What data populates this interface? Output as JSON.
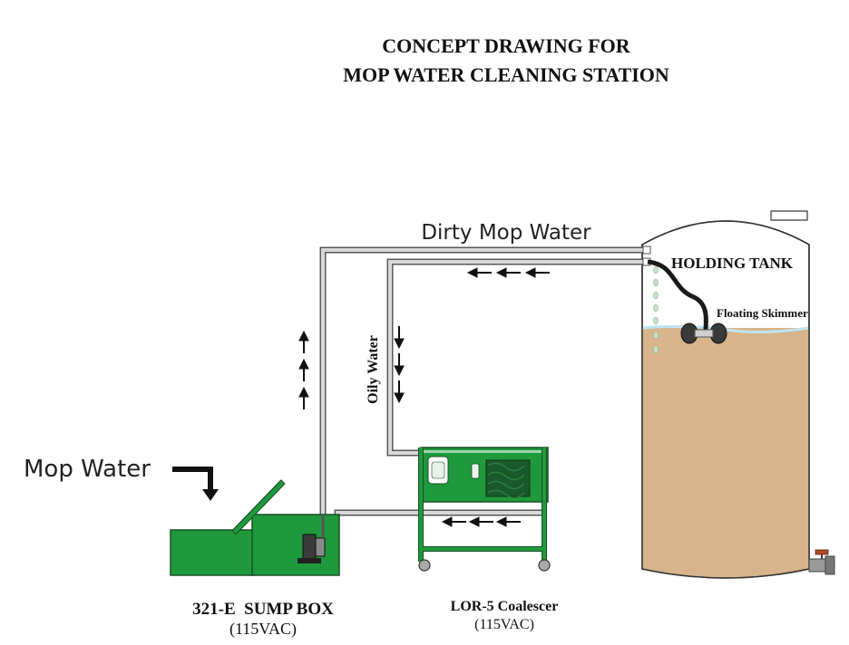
{
  "title": {
    "line1": "CONCEPT DRAWING FOR",
    "line2": "MOP WATER CLEANING STATION"
  },
  "labels": {
    "dirty_mop_water": "Dirty Mop Water",
    "oily_water": "Oily Water",
    "mop_water": "Mop Water",
    "holding_tank": "HOLDING TANK",
    "floating_skimmer": "Floating Skimmer"
  },
  "equipment": {
    "sump_box": {
      "name": "321-E  SUMP BOX",
      "power": "(115VAC)"
    },
    "coalescer": {
      "name": "LOR-5 Coalescer",
      "power": "(115VAC)"
    }
  },
  "colors": {
    "equipment_green": "#1e9a3c",
    "equipment_outline": "#1b4f26",
    "tank_liquid": "#d7b48b",
    "water_surface": "#bfe3f2",
    "pipe": "#d9d9d9"
  },
  "icons": [
    "arrow-up-icon",
    "arrow-down-icon",
    "arrow-left-icon",
    "elbow-arrow-icon",
    "valve-icon",
    "pump-icon",
    "filter-icon"
  ]
}
